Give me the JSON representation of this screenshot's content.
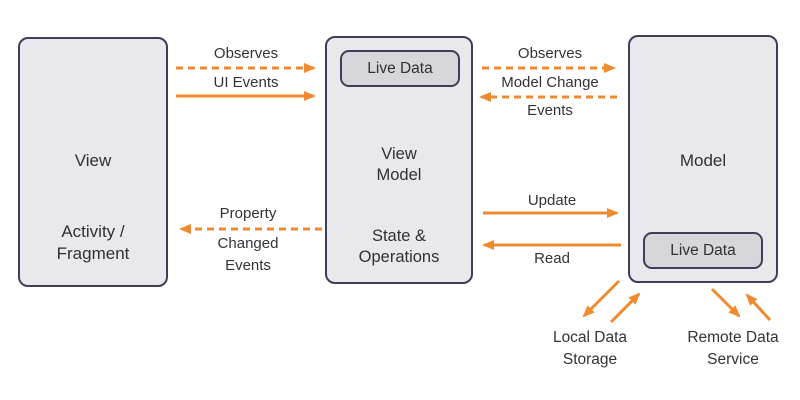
{
  "diagram_title": "MVVM architecture diagram",
  "colors": {
    "accent_orange": "#ef8a2f",
    "box_fill": "#e9e9ed",
    "badge_fill": "#d6d6db",
    "box_border": "#3e3e56",
    "text": "#333338",
    "background": "#ffffff"
  },
  "boxes": {
    "view": {
      "title": "View",
      "subtitle_lines": [
        "Activity /",
        "Fragment"
      ]
    },
    "view_model": {
      "badge_label": "Live Data",
      "title_lines": [
        "View",
        "Model"
      ],
      "subtitle_lines": [
        "State &",
        "Operations"
      ]
    },
    "model": {
      "title": "Model",
      "badge_label": "Live Data"
    }
  },
  "arrows": {
    "view_to_viewmodel": {
      "observes_label": "Observes",
      "observes_style": "dashed",
      "ui_events_label": "UI Events",
      "ui_events_style": "solid"
    },
    "viewmodel_to_view": {
      "property_changed_lines": [
        "Property",
        "Changed",
        "Events"
      ],
      "style": "dashed"
    },
    "viewmodel_to_model": {
      "observes_label": "Observes",
      "observes_style": "dashed",
      "update_label": "Update",
      "update_style": "solid",
      "read_label": "Read",
      "read_style": "solid"
    },
    "model_to_viewmodel": {
      "model_change_lines": [
        "Model Change",
        "Events"
      ],
      "style": "dashed"
    }
  },
  "external": {
    "local_data_storage_lines": [
      "Local Data",
      "Storage"
    ],
    "remote_data_service_lines": [
      "Remote Data",
      "Service"
    ]
  }
}
